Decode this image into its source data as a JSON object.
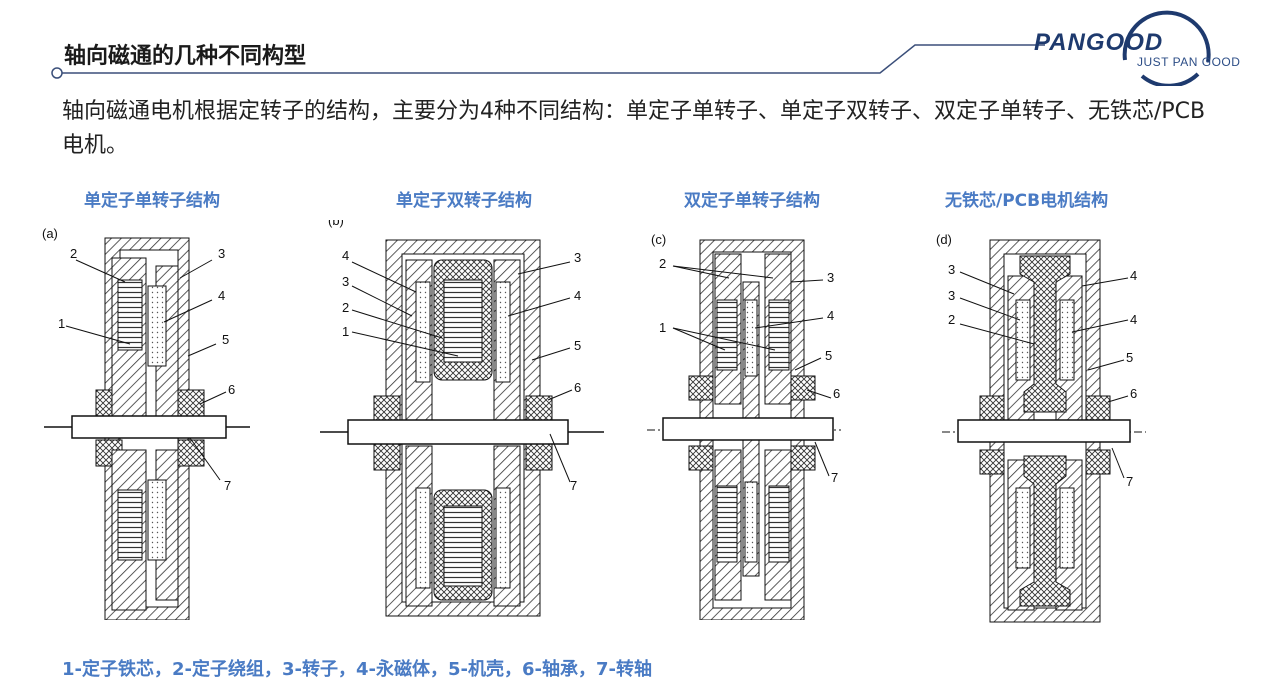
{
  "header": {
    "title": "轴向磁通的几种不同构型",
    "brand": "PANGOOD",
    "tagline": "JUST PAN GOOD"
  },
  "intro": "轴向磁通电机根据定转子的结构，主要分为4种不同结构：单定子单转子、单定子双转子、双定子单转子、无铁芯/PCB电机。",
  "subtitles": [
    "单定子单转子结构",
    "单定子双转子结构",
    "双定子单转子结构",
    "无铁芯/PCB电机结构"
  ],
  "diagrams": {
    "a": {
      "tag": "(a)",
      "labels": [
        "1",
        "2",
        "3",
        "4",
        "5",
        "6",
        "7"
      ]
    },
    "b": {
      "tag": "(b)",
      "labels": [
        "1",
        "2",
        "3",
        "4",
        "3",
        "4",
        "5",
        "6",
        "7"
      ]
    },
    "c": {
      "tag": "(c)",
      "labels": [
        "1",
        "2",
        "3",
        "4",
        "5",
        "6",
        "7"
      ]
    },
    "d": {
      "tag": "(d)",
      "labels": [
        "2",
        "3",
        "4",
        "3",
        "4",
        "5",
        "6",
        "7"
      ]
    }
  },
  "legend": "1-定子铁芯，2-定子绕组，3-转子，4-永磁体，5-机壳，6-轴承，7-转轴",
  "colors": {
    "accent": "#4a7bc4",
    "brand": "#1e3a6e",
    "line": "#3b4f7a"
  }
}
